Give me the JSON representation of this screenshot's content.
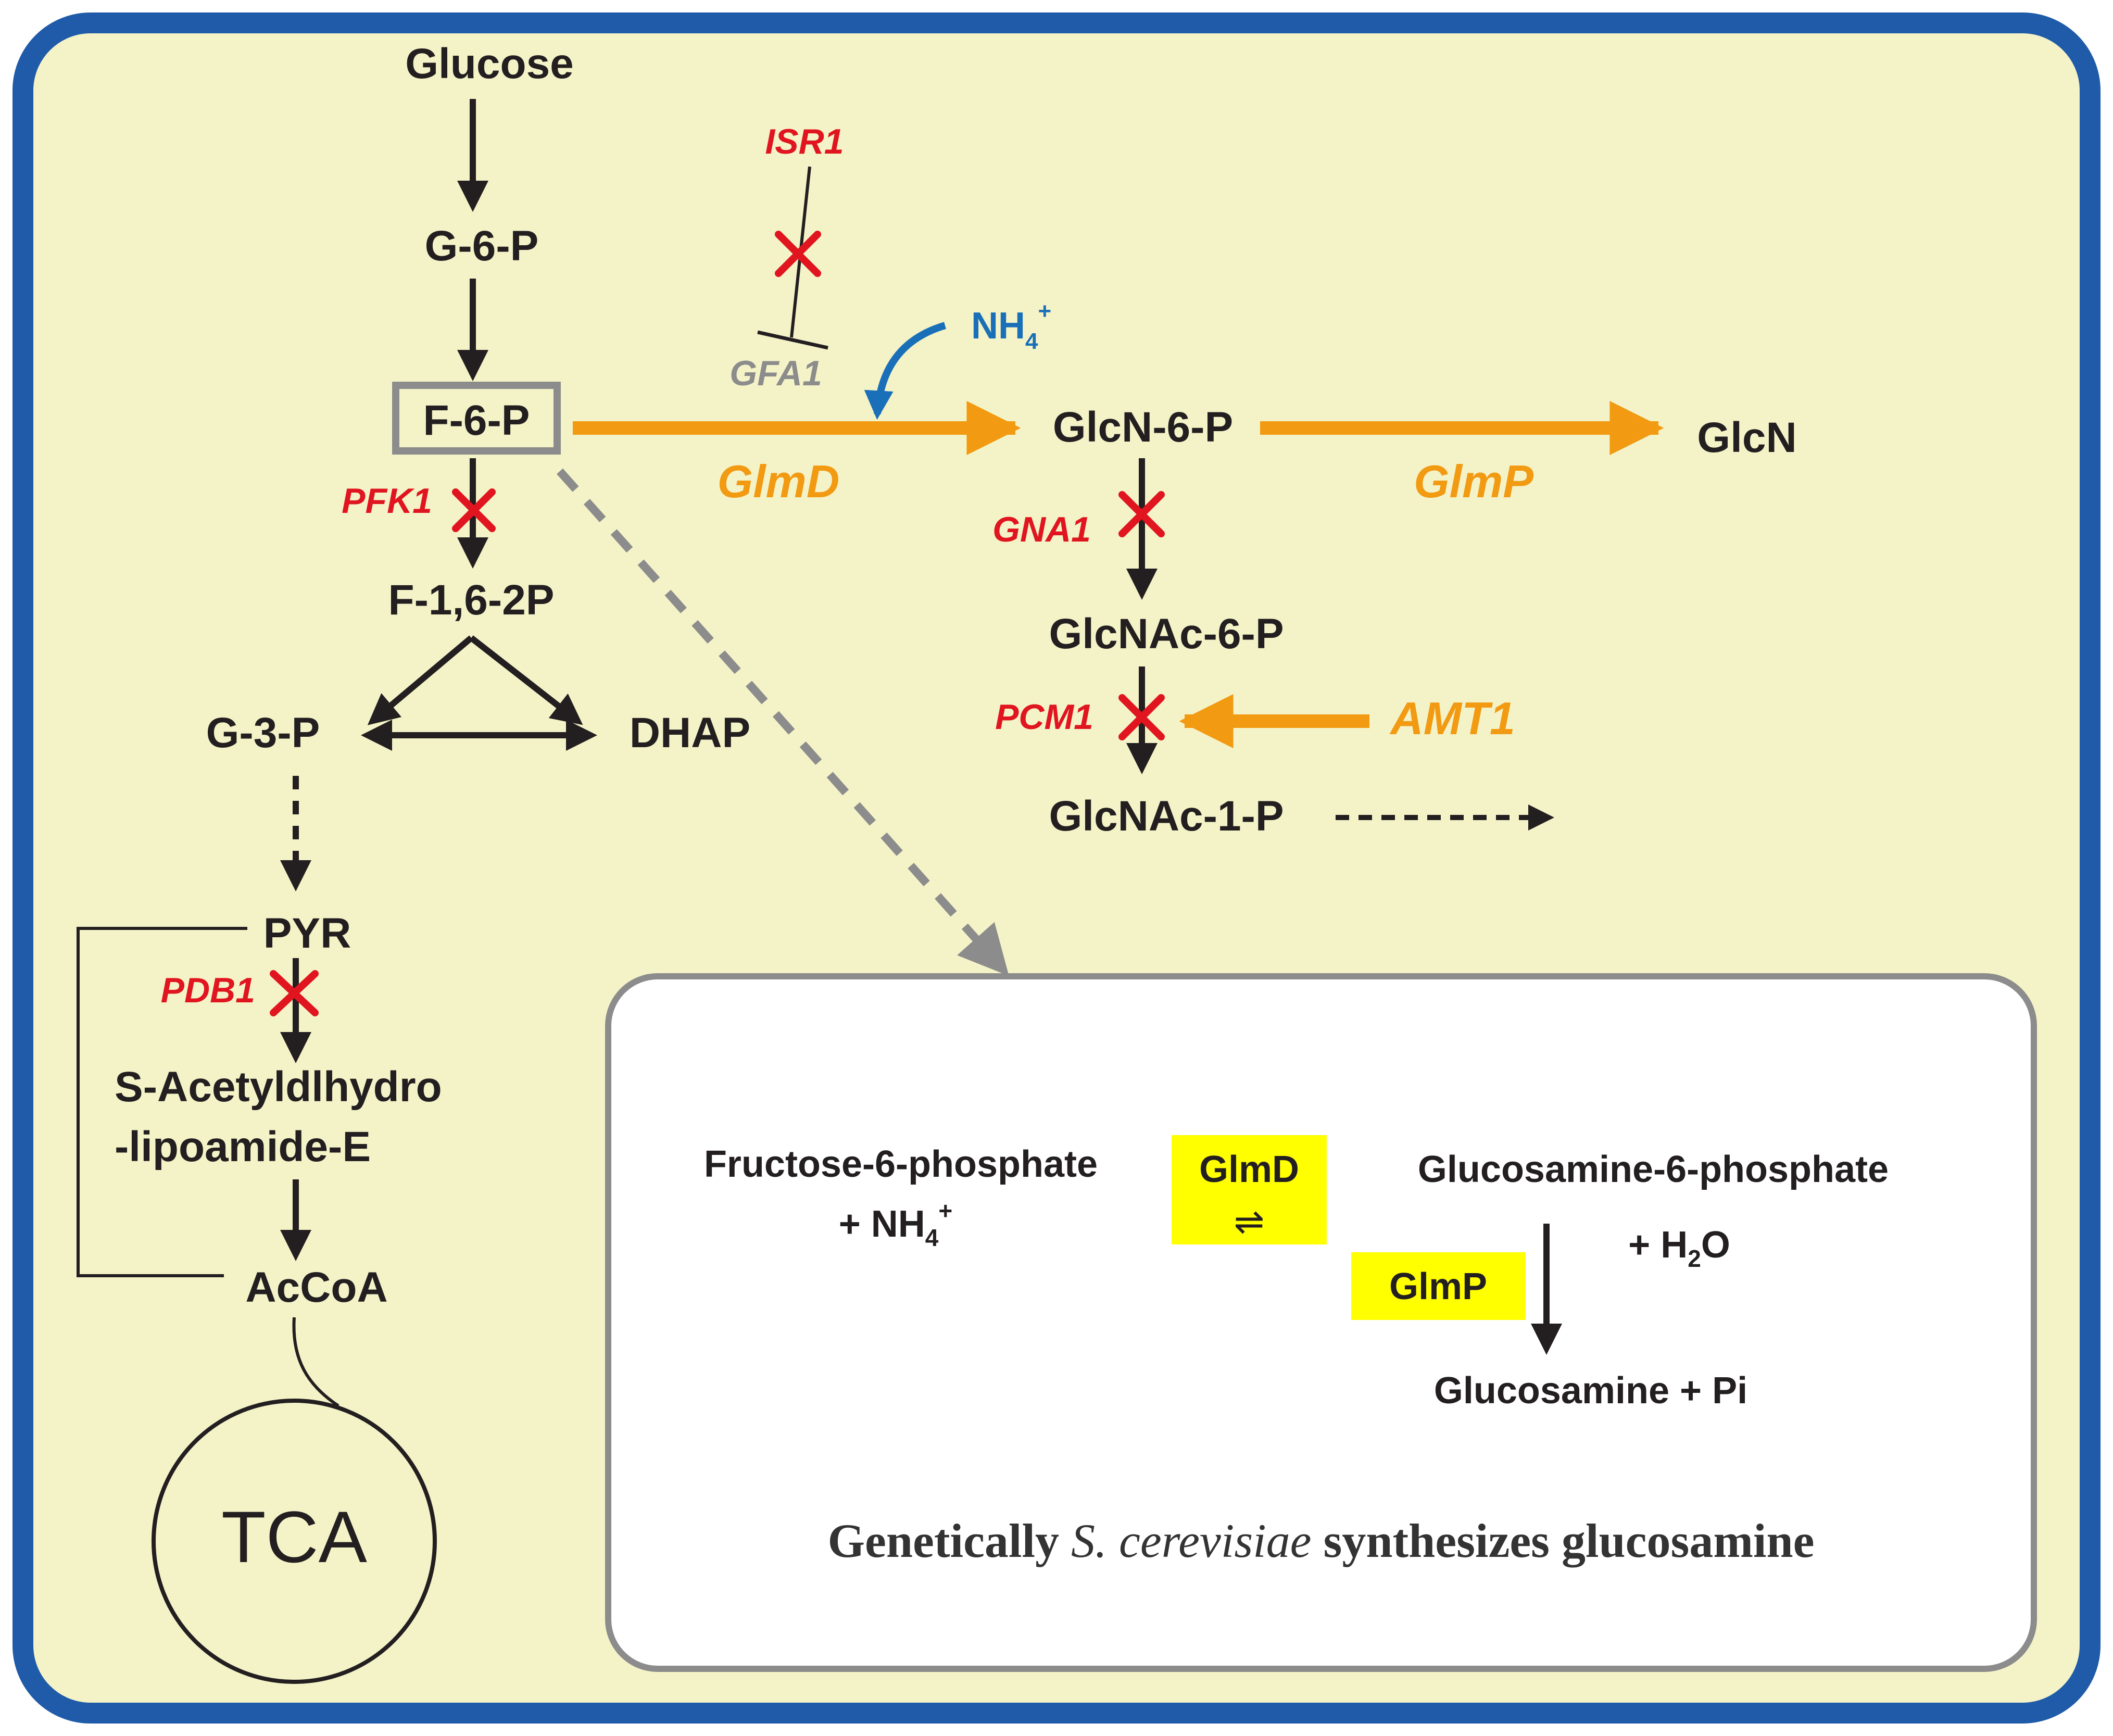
{
  "colors": {
    "frame_border": "#1f5ba8",
    "panel_fill": "#f4f3c8",
    "orange": "#f29a12",
    "red": "#e0151f",
    "blue": "#1a70b8",
    "gray": "#8c8c8c",
    "highlight": "#ffff00",
    "dark": "#231f20"
  },
  "metabolites": {
    "glucose": "Glucose",
    "g6p": "G-6-P",
    "f6p": "F-6-P",
    "f16p": "F-1,6-2P",
    "g3p": "G-3-P",
    "dhap": "DHAP",
    "pyr": "PYR",
    "s_acetyl_1": "S-Acetyldlhydro",
    "s_acetyl_2": "-lipoamide-E",
    "accoa": "AcCoA",
    "tca": "TCA",
    "glcn6p": "GlcN-6-P",
    "glcn": "GlcN",
    "glcnac6p": "GlcNAc-6-P",
    "glcnac1p": "GlcNAc-1-P"
  },
  "genes": {
    "isr1": "ISR1",
    "gfa1": "GFA1",
    "pfk1": "PFK1",
    "gna1": "GNA1",
    "pcm1": "PCM1",
    "pdb1": "PDB1",
    "amt1": "AMT1",
    "glmd": "GlmD",
    "glmp": "GlmP"
  },
  "ammonium": {
    "base": "NH",
    "sub": "4",
    "sup": "+"
  },
  "inset": {
    "substrate": "Fructose-6-phosphate",
    "plus_nh4": "+ NH",
    "nh4_sub": "4",
    "nh4_sup": "+",
    "enzyme1": "GlmD",
    "equilibrium": "⇌",
    "product": "Glucosamine-6-phosphate",
    "plus_h2o_a": "+ H",
    "h2o_sub": "2",
    "h2o_b": "O",
    "enzyme2": "GlmP",
    "final_product": "Glucosamine + Pi",
    "caption_a": "Genetically ",
    "caption_species": "S. cerevisiae",
    "caption_b": " synthesizes glucosamine"
  },
  "icons": {
    "knockout": "red-cross-icon",
    "inhibition": "t-bar-inhibition-icon"
  }
}
